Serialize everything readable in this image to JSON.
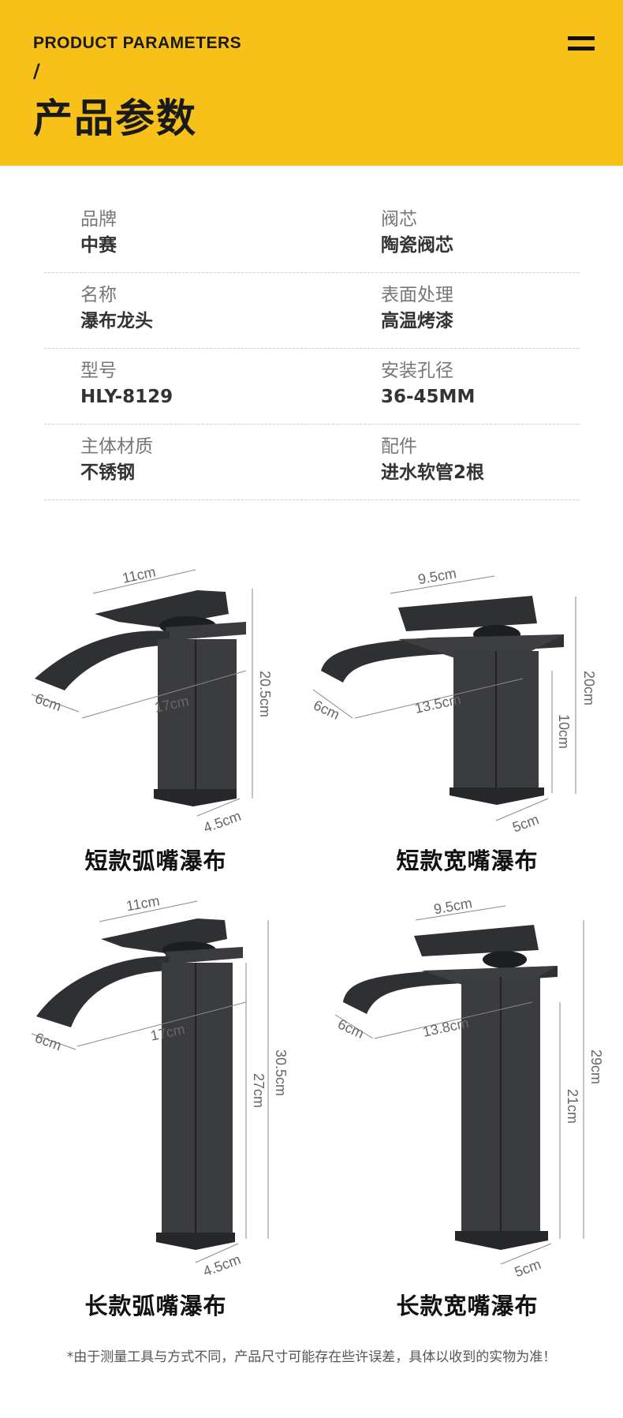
{
  "header": {
    "en_title": "PRODUCT PARAMETERS",
    "slash": "/",
    "cn_title": "产品参数",
    "menu_icon": "menu-icon"
  },
  "params": [
    {
      "left_label": "品牌",
      "left_value": "中赛",
      "right_label": "阀芯",
      "right_value": "陶瓷阀芯"
    },
    {
      "left_label": "名称",
      "left_value": "瀑布龙头",
      "right_label": "表面处理",
      "right_value": "高温烤漆"
    },
    {
      "left_label": "型号",
      "left_value": "HLY-8129",
      "right_label": "安装孔径",
      "right_value": "36-45MM"
    },
    {
      "left_label": "主体材质",
      "left_value": "不锈钢",
      "right_label": "配件",
      "right_value": "进水软管2根"
    }
  ],
  "products": [
    {
      "title": "短款弧嘴瀑布",
      "dims": {
        "handle": "11cm",
        "height": "20.5cm",
        "spout": "17cm",
        "spout_width": "6cm",
        "base": "4.5cm"
      }
    },
    {
      "title": "短款宽嘴瀑布",
      "dims": {
        "handle": "9.5cm",
        "height": "20cm",
        "body": "10cm",
        "spout": "13.5cm",
        "spout_width": "6cm",
        "base": "5cm"
      }
    },
    {
      "title": "长款弧嘴瀑布",
      "dims": {
        "handle": "11cm",
        "height": "30.5cm",
        "body": "27cm",
        "spout": "17cm",
        "spout_width": "6cm",
        "base": "4.5cm"
      }
    },
    {
      "title": "长款宽嘴瀑布",
      "dims": {
        "handle": "9.5cm",
        "height": "29cm",
        "body": "21cm",
        "spout": "13.8cm",
        "spout_width": "6cm",
        "base": "5cm"
      }
    }
  ],
  "footnote": "*由于测量工具与方式不同，产品尺寸可能存在些许误差，具体以收到的实物为准！",
  "colors": {
    "header_bg": "#F8C11A",
    "faucet": "#2f3033"
  }
}
